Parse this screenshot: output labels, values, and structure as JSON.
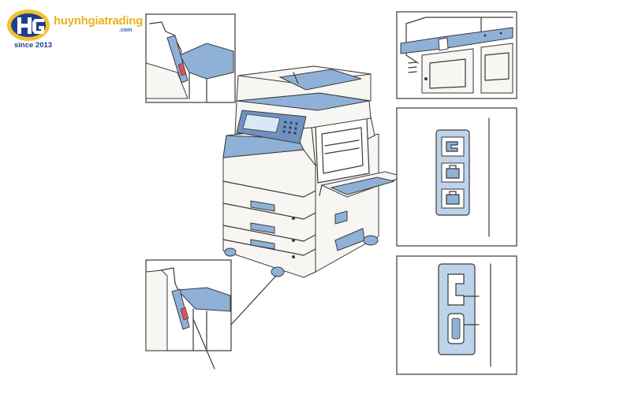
{
  "brand": {
    "name": "huynhgiatrading",
    "domain_suffix": ".com",
    "since": "since 2013",
    "mark_icon": "hg-monogram-icon"
  },
  "colors": {
    "accent_blue": "#8fb1d8",
    "accent_blue_dark": "#6e93c2",
    "line": "#3a3a3a",
    "panel_fill": "#f7f6f2",
    "latch_red": "#d9534f",
    "logo_gold": "#e8b320",
    "logo_navy": "#1d3f8f"
  },
  "illustration": {
    "subject": "multifunction-copier-icon",
    "insets": [
      {
        "id": "front-top-latch",
        "icon": "latch-lever-icon"
      },
      {
        "id": "front-bottom-latch",
        "icon": "latch-lever-icon"
      },
      {
        "id": "rear-top-panel",
        "icon": "rear-panel-icon"
      },
      {
        "id": "interface-ports",
        "icon": "network-port-icon"
      },
      {
        "id": "power-ports",
        "icon": "power-socket-icon"
      }
    ]
  }
}
